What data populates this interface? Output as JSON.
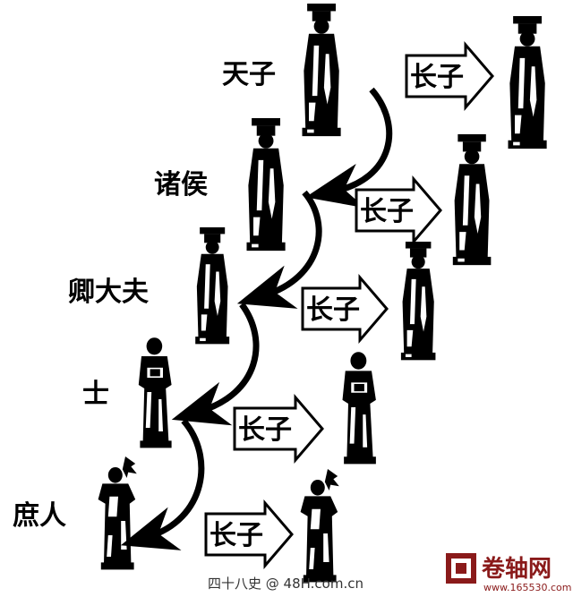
{
  "ranks": [
    {
      "id": "tianzi",
      "label": "天子"
    },
    {
      "id": "zhuhou",
      "label": "诸侯"
    },
    {
      "id": "qingdaifu",
      "label": "卿大夫"
    },
    {
      "id": "shi",
      "label": "士"
    },
    {
      "id": "shuren",
      "label": "庶人"
    }
  ],
  "heir_label": "长子",
  "footer": {
    "source_text": "四十八史 @ 48H.com.cn",
    "logo_text": "卷轴网",
    "logo_url": "www.165530.com"
  },
  "colors": {
    "ink": "#000000",
    "background": "#ffffff",
    "logo": "#8a1a1a"
  },
  "icons": [
    "figure-icon",
    "curved-arrow-icon",
    "block-arrow-icon"
  ]
}
